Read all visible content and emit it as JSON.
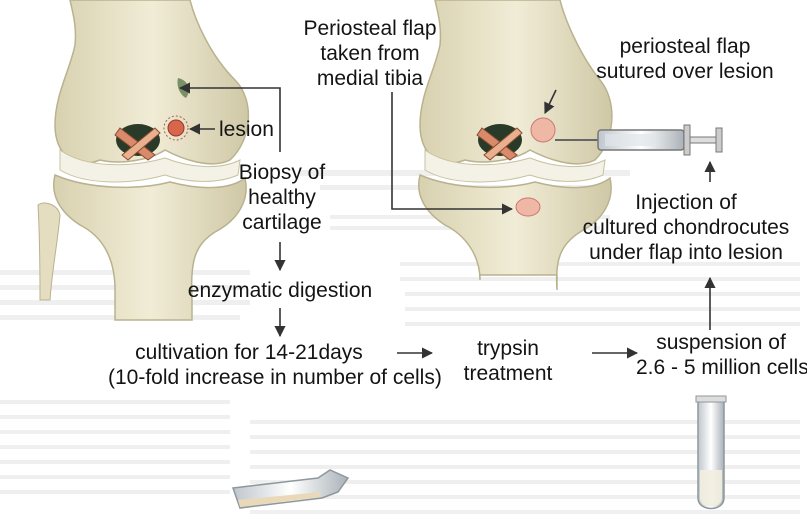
{
  "labels": {
    "lesion": "lesion",
    "biopsy": [
      "Biopsy of",
      "healthy",
      "cartilage"
    ],
    "enzymatic": "enzymatic digestion",
    "cultivation": [
      "cultivation for 14-21days",
      "(10-fold increase in number of cells)"
    ],
    "trypsin": [
      "trypsin",
      "treatment"
    ],
    "suspension": [
      "suspension of",
      "2.6 - 5 million cells"
    ],
    "injection": [
      "Injection of",
      "cultured chondrocutes",
      "under flap into lesion"
    ],
    "periosteal_taken": [
      "Periosteal flap",
      "taken from",
      "medial tibia"
    ],
    "periosteal_sutured": [
      "periosteal flap",
      "sutured over lesion"
    ]
  },
  "colors": {
    "bone": "#e9e3c8",
    "bone_shadow": "#c9c2a0",
    "cartilage": "#f3f1e6",
    "ligament": "#d98a6a",
    "lesion": "#d8664a",
    "arrow": "#333333",
    "background_text": "#d9d9d9"
  },
  "icons": [
    "left-knee-illustration",
    "right-knee-illustration",
    "syringe-icon",
    "culture-flask-icon",
    "test-tube-icon"
  ]
}
